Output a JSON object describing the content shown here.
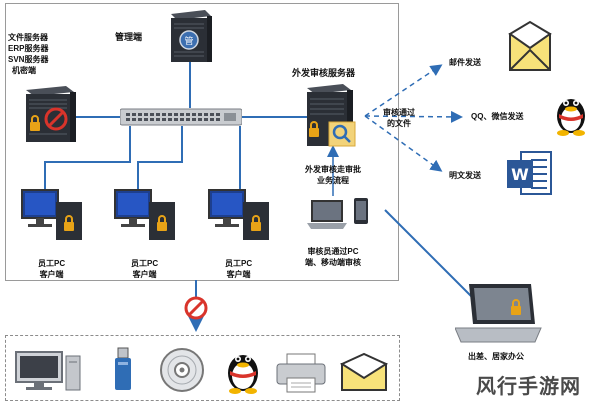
{
  "nodes": {
    "mgmt": "管理端",
    "servers": [
      "文件服务器",
      "ERP服务器",
      "SVN服务器",
      "机密端"
    ],
    "audit_server": "外发审核服务器",
    "audit_flow": [
      "外发审核走审批",
      "业务流程"
    ],
    "audit_pass": [
      "审核通过",
      "的文件"
    ],
    "pcs": [
      {
        "line1": "员工PC",
        "line2": "客户端"
      },
      {
        "line1": "员工PC",
        "line2": "客户端"
      },
      {
        "line1": "员工PC",
        "line2": "客户端"
      }
    ],
    "auditor": [
      "审核员通过PC",
      "端、移动端审核"
    ],
    "remote": "出差、居家办公"
  },
  "channels": [
    "邮件发送",
    "QQ、微信发送",
    "明文发送"
  ],
  "watermark": "风行手游网",
  "colors": {
    "accent": "#2f6db5",
    "frame": "#9a9a9a",
    "server": "#2b2f36",
    "lock": "#e8a317",
    "stop": "#d9342b"
  },
  "icons": [
    "desktop-icon",
    "usb-icon",
    "cd-icon",
    "qq-icon",
    "printer-icon",
    "email-icon"
  ]
}
